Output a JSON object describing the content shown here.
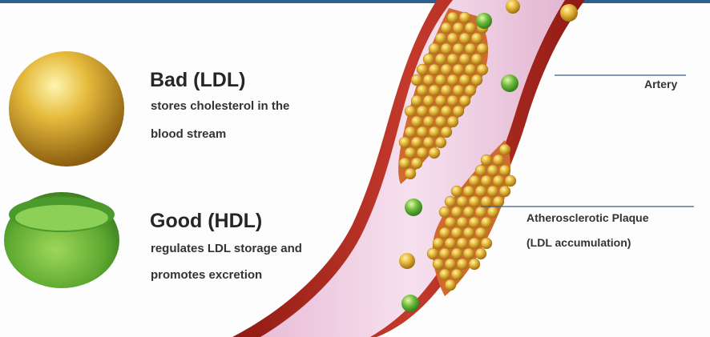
{
  "legend": {
    "ldl": {
      "title": "Bad (LDL)",
      "desc_line1": "stores cholesterol in the",
      "desc_line2": "blood stream",
      "color": "#e2b53a"
    },
    "hdl": {
      "title": "Good (HDL)",
      "desc_line1": "regulates LDL storage and",
      "desc_line2": "promotes excretion",
      "color": "#7cbf3a"
    }
  },
  "callouts": {
    "artery": "Artery",
    "plaque_line1": "Atherosclerotic Plaque",
    "plaque_line2": "(LDL accumulation)"
  },
  "colors": {
    "vessel_wall": "#b22a22",
    "vessel_lumen": "#f1d4e6",
    "plaque": "#d1632f"
  }
}
